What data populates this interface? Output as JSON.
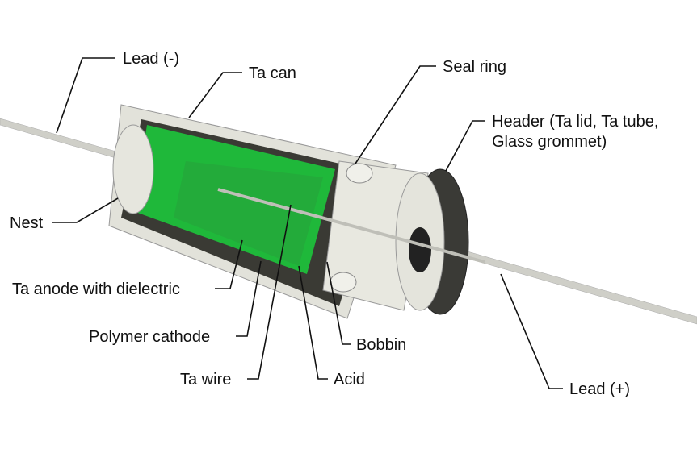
{
  "labels": {
    "lead_neg": "Lead (-)",
    "ta_can": "Ta can",
    "seal_ring": "Seal ring",
    "header_line1": "Header (Ta lid, Ta tube,",
    "header_line2": "Glass grommet)",
    "nest": "Nest",
    "ta_anode": "Ta anode with dielectric",
    "polymer_cathode": "Polymer cathode",
    "ta_wire": "Ta wire",
    "acid": "Acid",
    "bobbin": "Bobbin",
    "lead_pos": "Lead (+)"
  },
  "colors": {
    "anode_green": "#1fb83a",
    "metal": "#d9d9d0",
    "dark": "#2a2a2a"
  }
}
